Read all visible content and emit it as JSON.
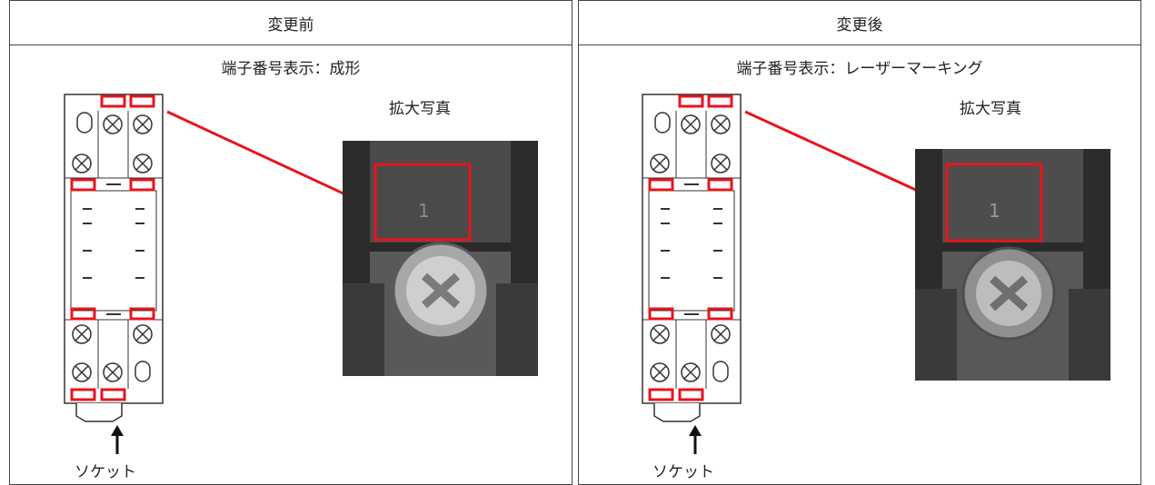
{
  "table": {
    "columns": [
      {
        "header": "変更前",
        "subtitle": "端子番号表示：成形",
        "zoom_label": "拡大写真",
        "socket_label": "ソケット",
        "terminal_number": "1"
      },
      {
        "header": "変更後",
        "subtitle": "端子番号表示：レーザーマーキング",
        "zoom_label": "拡大写真",
        "socket_label": "ソケット",
        "terminal_number": "1"
      }
    ]
  },
  "colors": {
    "highlight": "#e8141c",
    "border": "#444444"
  }
}
